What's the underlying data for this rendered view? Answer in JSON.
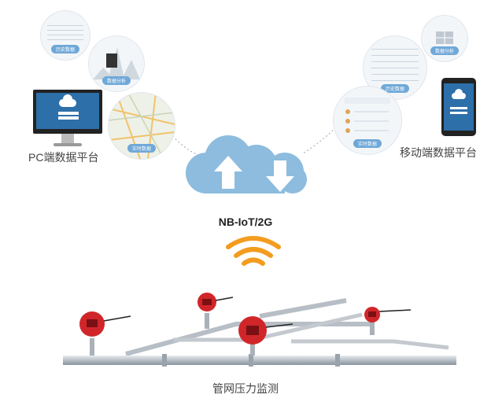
{
  "labels": {
    "pc_platform": "PC端数据平台",
    "mobile_platform": "移动端数据平台",
    "network": "NB-IoT/2G",
    "pipeline": "管网压力监测"
  },
  "pc_circles": [
    {
      "caption": "历史数据"
    },
    {
      "caption": "数据分析"
    },
    {
      "caption": "实时数据"
    }
  ],
  "mobile_circles": [
    {
      "caption": "数据分析"
    },
    {
      "caption": "历史数据"
    },
    {
      "caption": "实时数据"
    }
  ],
  "colors": {
    "cloud": "#8dbcde",
    "wifi": "#f39c1f",
    "sensor": "#d0262a",
    "pipe": "#b7bec6"
  }
}
